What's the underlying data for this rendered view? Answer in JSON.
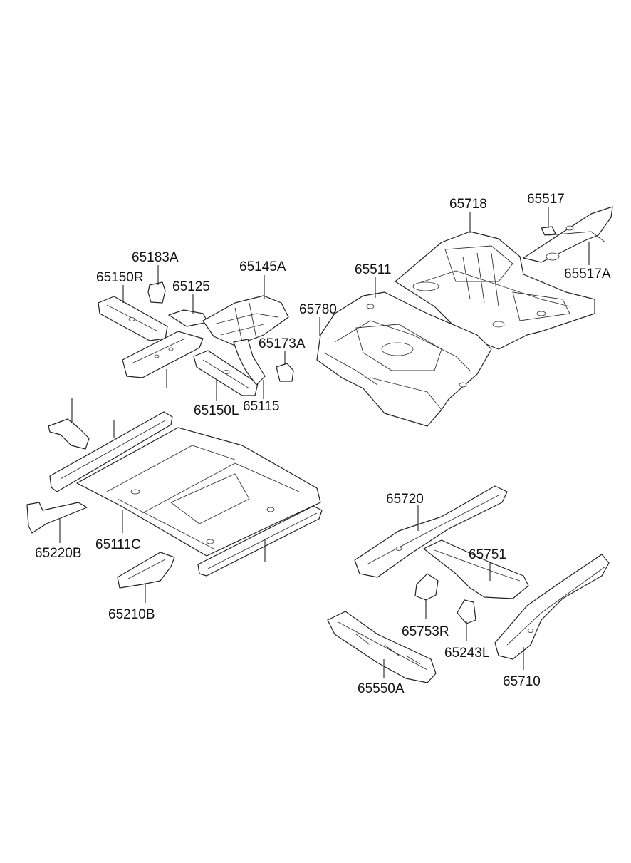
{
  "labels": {
    "p65718": "65718",
    "p65517": "65517",
    "p65517A": "65517A",
    "p65511": "65511",
    "p65780": "65780",
    "p65183A": "65183A",
    "p65150R": "65150R",
    "p65125": "65125",
    "p65145A": "65145A",
    "p65173A": "65173A",
    "p65150L": "65150L",
    "p65115": "65115",
    "p65111C": "65111C",
    "p65220B": "65220B",
    "p65210B": "65210B",
    "p65720": "65720",
    "p65751": "65751",
    "p65753R": "65753R",
    "p65243L": "65243L",
    "p65710": "65710",
    "p65550A": "65550A"
  }
}
